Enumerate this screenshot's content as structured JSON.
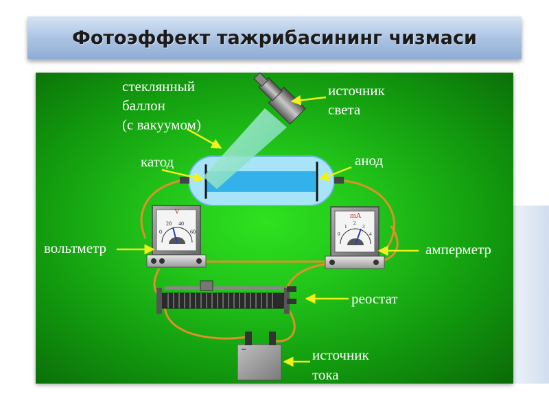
{
  "title": "Фотоэффект тажрибасининг чизмаси",
  "labels": {
    "flask": [
      "стеклянный",
      "баллон",
      "(с вакуумом)"
    ],
    "light_source": [
      "источник",
      "света"
    ],
    "cathode": "катод",
    "anode": "анод",
    "voltmeter": "вольтметр",
    "ammeter": "амперметр",
    "rheostat": "реостат",
    "current_source": [
      "источник",
      "тока"
    ]
  },
  "voltmeter_dial": {
    "unit": "V",
    "ticks": [
      "0",
      "20",
      "40",
      "60"
    ]
  },
  "ammeter_dial": {
    "unit": "mA",
    "ticks": [
      "0",
      "1",
      "2",
      "3",
      "4"
    ]
  },
  "colors": {
    "panel_green": "#22c61a",
    "wire_orange": "#e0902a",
    "arrow_yellow": "#f2f21a",
    "flask_fill": "#a8e4f8",
    "light_beam": "#8fe8c8"
  }
}
